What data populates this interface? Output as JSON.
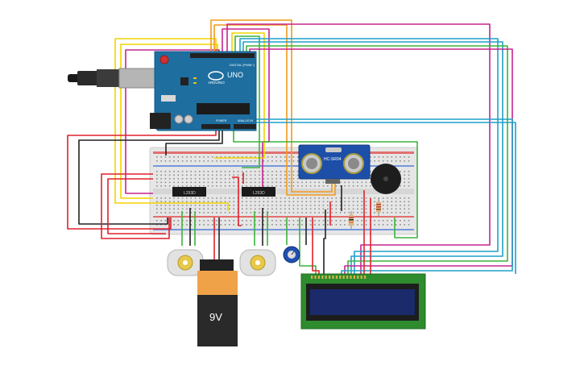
{
  "arduino": {
    "brand_text": "UNO",
    "logo_text": "ARDUINO",
    "digital_label": "DIGITAL (PWM~)",
    "analog_label": "ANALOG IN",
    "power_label": "POWER"
  },
  "chips": {
    "left_label": "L293D",
    "right_label": "L293D"
  },
  "ultrasonic": {
    "label": "HC-SR04"
  },
  "battery": {
    "label": "9V"
  },
  "lcd": {
    "pin_count": 16
  },
  "colors": {
    "wire_red": "#e0212b",
    "wire_black": "#222222",
    "wire_yellow": "#f2d400",
    "wire_orange": "#f29a1a",
    "wire_magenta": "#c5258f",
    "wire_cyan": "#1fa1c8",
    "wire_green": "#3bb33b",
    "board_blue": "#1e6ea0",
    "lcd_green": "#2e8b2e",
    "lcd_screen": "#1b2a6b",
    "battery_orange": "#f0a248"
  }
}
